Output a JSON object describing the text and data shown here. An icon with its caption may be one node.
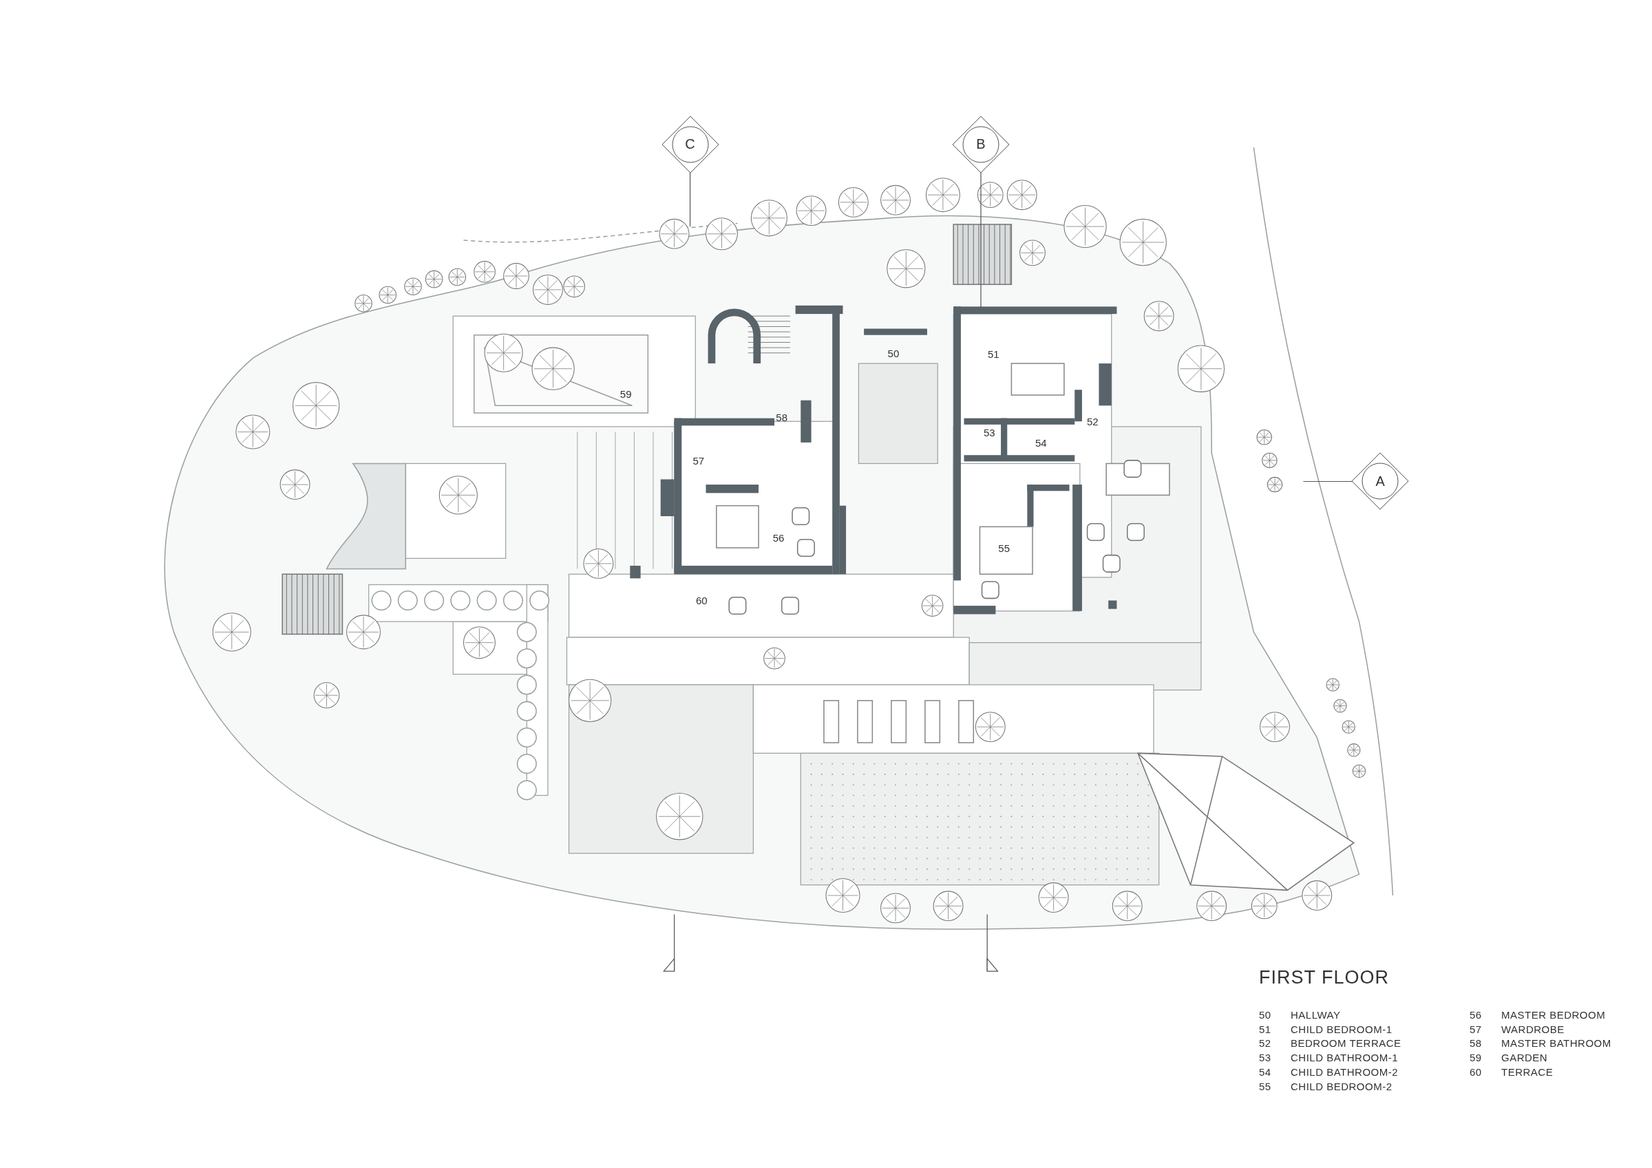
{
  "diagram": {
    "title": "FIRST FLOOR",
    "nodes": [
      {
        "text": [
          "C"
        ]
      },
      {
        "text": [
          "B"
        ]
      },
      {
        "text": [
          "A"
        ]
      }
    ],
    "edges": [],
    "labels": [
      "50",
      "51",
      "59",
      "58",
      "52",
      "53",
      "54",
      "57",
      "56",
      "55",
      "60",
      "50",
      "HALLWAY",
      "56",
      "MASTER BEDROOM",
      "51",
      "CHILD BEDROOM-1",
      "57",
      "WARDROBE",
      "52",
      "BEDROOM TERRACE",
      "58",
      "MASTER BATHROOM",
      "53",
      "CHILD BATHROOM-1",
      "59",
      "GARDEN",
      "54",
      "CHILD BATHROOM-2",
      "60",
      "TERRACE",
      "55",
      "CHILD BEDROOM-2"
    ]
  }
}
